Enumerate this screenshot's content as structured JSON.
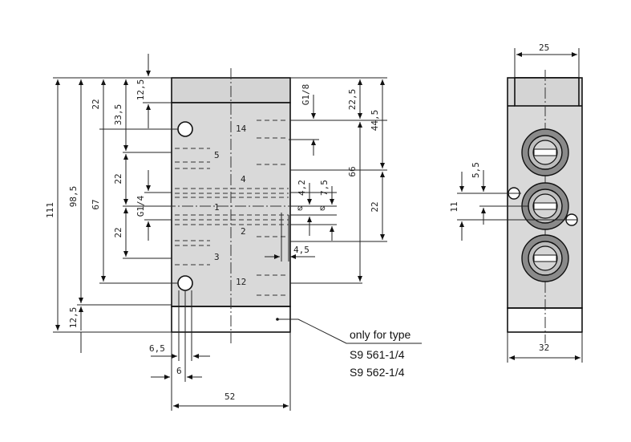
{
  "front_view": {
    "dims": {
      "d_111": "111",
      "d_98_5": "98,5",
      "d_67": "67",
      "d_33_5": "33,5",
      "d_22_top": "22",
      "d_12_5_top": "12,5",
      "d_22_a": "22",
      "d_22_b": "22",
      "d_g1_4": "G1/4",
      "d_12_5_bottom": "12,5",
      "d_6_5": "6,5",
      "d_6": "6",
      "d_52": "52",
      "d_g1_8": "G1/8",
      "d_22_5": "22,5",
      "d_44_5": "44,5",
      "d_66": "66",
      "d_22_right": "22",
      "d_4_2": "4,2",
      "d_7_5": "7,5",
      "d_4_5": "4,5"
    },
    "ports": {
      "p14": "14",
      "p5": "5",
      "p4": "4",
      "p1": "1",
      "p2": "2",
      "p3": "3",
      "p12": "12"
    }
  },
  "side_view": {
    "dims": {
      "d_25": "25",
      "d_5_5": "5,5",
      "d_11": "11",
      "d_32": "32"
    }
  },
  "note": {
    "line1": "only for type",
    "line2": "S9 561-1/4",
    "line3": "S9 562-1/4"
  }
}
